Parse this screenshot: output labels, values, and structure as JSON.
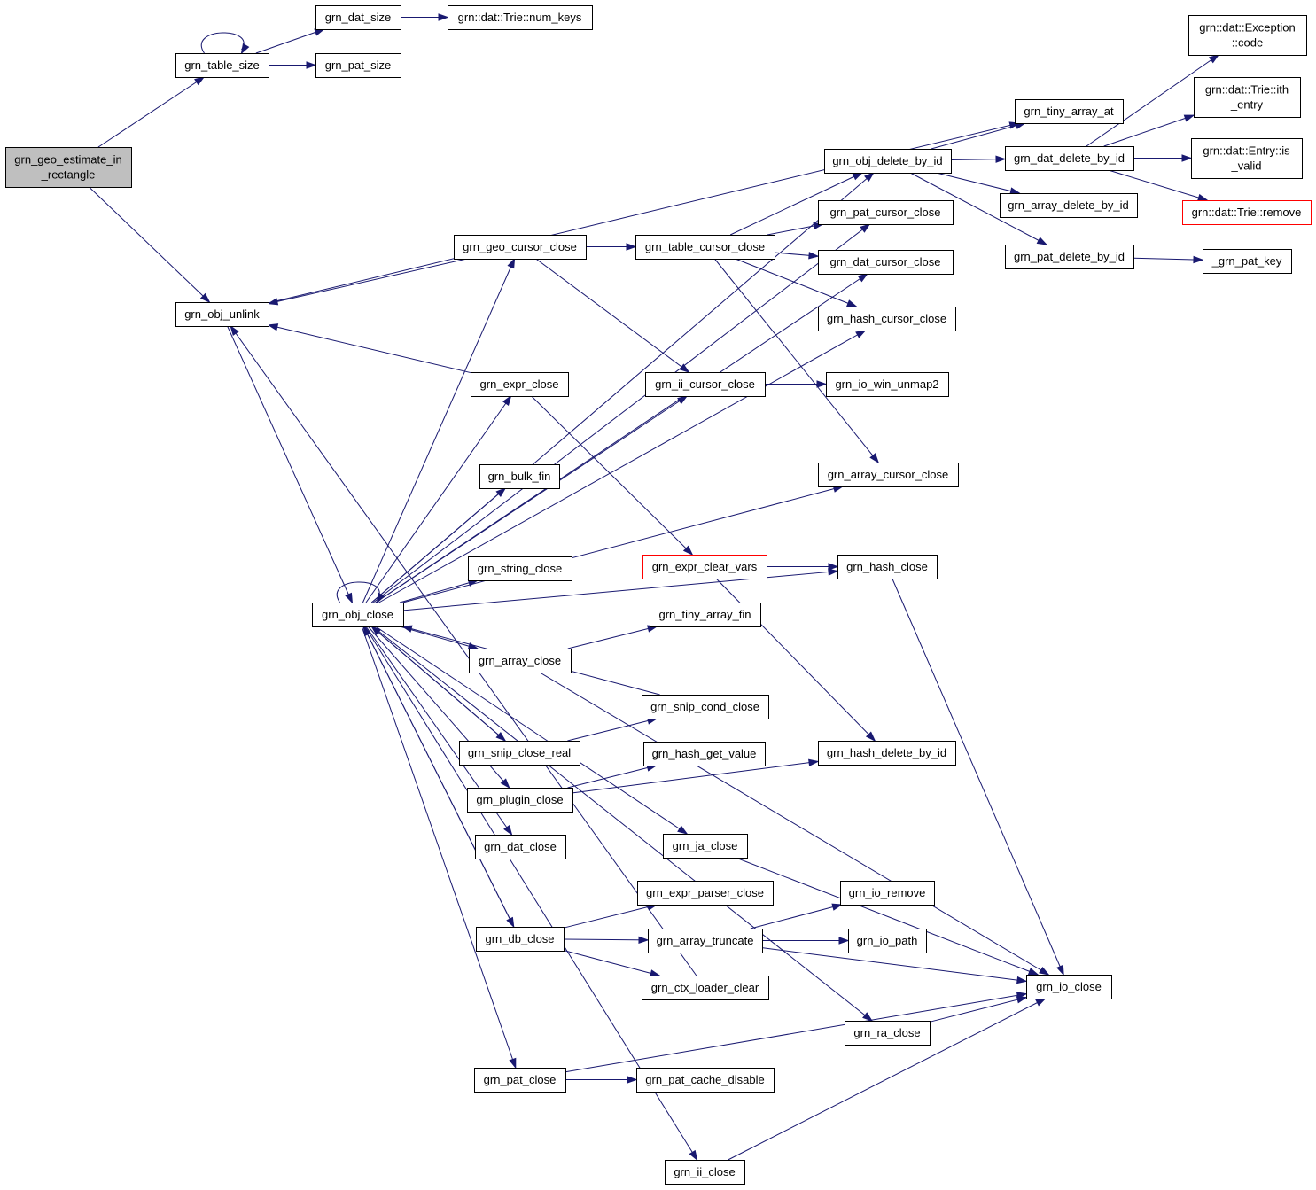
{
  "nodes": [
    {
      "id": "grn_geo_estimate_in_rectangle",
      "lines": [
        "grn_geo_estimate_in",
        "_rectangle"
      ],
      "root": true
    },
    {
      "id": "grn_table_size",
      "lines": [
        "grn_table_size"
      ]
    },
    {
      "id": "grn_dat_size",
      "lines": [
        "grn_dat_size"
      ]
    },
    {
      "id": "trie_num_keys",
      "lines": [
        "grn::dat::Trie::num_keys"
      ]
    },
    {
      "id": "grn_pat_size",
      "lines": [
        "grn_pat_size"
      ]
    },
    {
      "id": "grn_obj_unlink",
      "lines": [
        "grn_obj_unlink"
      ]
    },
    {
      "id": "grn_tiny_array_at",
      "lines": [
        "grn_tiny_array_at"
      ]
    },
    {
      "id": "grn_obj_delete_by_id",
      "lines": [
        "grn_obj_delete_by_id"
      ]
    },
    {
      "id": "grn_dat_delete_by_id",
      "lines": [
        "grn_dat_delete_by_id"
      ]
    },
    {
      "id": "exception_code",
      "lines": [
        "grn::dat::Exception",
        "::code"
      ]
    },
    {
      "id": "trie_ith_entry",
      "lines": [
        "grn::dat::Trie::ith",
        "_entry"
      ]
    },
    {
      "id": "entry_is_valid",
      "lines": [
        "grn::dat::Entry::is",
        "_valid"
      ]
    },
    {
      "id": "trie_remove",
      "lines": [
        "grn::dat::Trie::remove"
      ],
      "red": true
    },
    {
      "id": "grn_array_delete_by_id",
      "lines": [
        "grn_array_delete_by_id"
      ]
    },
    {
      "id": "grn_pat_delete_by_id",
      "lines": [
        "grn_pat_delete_by_id"
      ]
    },
    {
      "id": "grn_pat_key",
      "lines": [
        "_grn_pat_key"
      ]
    },
    {
      "id": "grn_pat_cursor_close",
      "lines": [
        "grn_pat_cursor_close"
      ]
    },
    {
      "id": "grn_geo_cursor_close",
      "lines": [
        "grn_geo_cursor_close"
      ]
    },
    {
      "id": "grn_table_cursor_close",
      "lines": [
        "grn_table_cursor_close"
      ]
    },
    {
      "id": "grn_dat_cursor_close",
      "lines": [
        "grn_dat_cursor_close"
      ]
    },
    {
      "id": "grn_hash_cursor_close",
      "lines": [
        "grn_hash_cursor_close"
      ]
    },
    {
      "id": "grn_expr_close",
      "lines": [
        "grn_expr_close"
      ]
    },
    {
      "id": "grn_ii_cursor_close",
      "lines": [
        "grn_ii_cursor_close"
      ]
    },
    {
      "id": "grn_io_win_unmap2",
      "lines": [
        "grn_io_win_unmap2"
      ]
    },
    {
      "id": "grn_bulk_fin",
      "lines": [
        "grn_bulk_fin"
      ]
    },
    {
      "id": "grn_array_cursor_close",
      "lines": [
        "grn_array_cursor_close"
      ]
    },
    {
      "id": "grn_string_close",
      "lines": [
        "grn_string_close"
      ]
    },
    {
      "id": "grn_expr_clear_vars",
      "lines": [
        "grn_expr_clear_vars"
      ],
      "red": true
    },
    {
      "id": "grn_hash_close",
      "lines": [
        "grn_hash_close"
      ]
    },
    {
      "id": "grn_obj_close",
      "lines": [
        "grn_obj_close"
      ]
    },
    {
      "id": "grn_tiny_array_fin",
      "lines": [
        "grn_tiny_array_fin"
      ]
    },
    {
      "id": "grn_array_close",
      "lines": [
        "grn_array_close"
      ]
    },
    {
      "id": "grn_snip_cond_close",
      "lines": [
        "grn_snip_cond_close"
      ]
    },
    {
      "id": "grn_snip_close_real",
      "lines": [
        "grn_snip_close_real"
      ]
    },
    {
      "id": "grn_hash_get_value",
      "lines": [
        "grn_hash_get_value"
      ]
    },
    {
      "id": "grn_hash_delete_by_id",
      "lines": [
        "grn_hash_delete_by_id"
      ]
    },
    {
      "id": "grn_plugin_close",
      "lines": [
        "grn_plugin_close"
      ]
    },
    {
      "id": "grn_dat_close",
      "lines": [
        "grn_dat_close"
      ]
    },
    {
      "id": "grn_ja_close",
      "lines": [
        "grn_ja_close"
      ]
    },
    {
      "id": "grn_expr_parser_close",
      "lines": [
        "grn_expr_parser_close"
      ]
    },
    {
      "id": "grn_io_remove",
      "lines": [
        "grn_io_remove"
      ]
    },
    {
      "id": "grn_db_close",
      "lines": [
        "grn_db_close"
      ]
    },
    {
      "id": "grn_array_truncate",
      "lines": [
        "grn_array_truncate"
      ]
    },
    {
      "id": "grn_io_path",
      "lines": [
        "grn_io_path"
      ]
    },
    {
      "id": "grn_ctx_loader_clear",
      "lines": [
        "grn_ctx_loader_clear"
      ]
    },
    {
      "id": "grn_io_close",
      "lines": [
        "grn_io_close"
      ]
    },
    {
      "id": "grn_ra_close",
      "lines": [
        "grn_ra_close"
      ]
    },
    {
      "id": "grn_pat_close",
      "lines": [
        "grn_pat_close"
      ]
    },
    {
      "id": "grn_pat_cache_disable",
      "lines": [
        "grn_pat_cache_disable"
      ]
    },
    {
      "id": "grn_ii_close",
      "lines": [
        "grn_ii_close"
      ]
    }
  ],
  "edges": [
    [
      "grn_geo_estimate_in_rectangle",
      "grn_table_size"
    ],
    [
      "grn_geo_estimate_in_rectangle",
      "grn_obj_unlink"
    ],
    [
      "grn_table_size",
      "grn_table_size"
    ],
    [
      "grn_table_size",
      "grn_dat_size"
    ],
    [
      "grn_table_size",
      "grn_pat_size"
    ],
    [
      "grn_dat_size",
      "trie_num_keys"
    ],
    [
      "grn_obj_unlink",
      "grn_tiny_array_at"
    ],
    [
      "grn_obj_unlink",
      "grn_obj_close"
    ],
    [
      "grn_obj_delete_by_id",
      "grn_tiny_array_at"
    ],
    [
      "grn_obj_delete_by_id",
      "grn_dat_delete_by_id"
    ],
    [
      "grn_obj_delete_by_id",
      "grn_array_delete_by_id"
    ],
    [
      "grn_obj_delete_by_id",
      "grn_pat_delete_by_id"
    ],
    [
      "grn_dat_delete_by_id",
      "exception_code"
    ],
    [
      "grn_dat_delete_by_id",
      "trie_ith_entry"
    ],
    [
      "grn_dat_delete_by_id",
      "entry_is_valid"
    ],
    [
      "grn_dat_delete_by_id",
      "trie_remove"
    ],
    [
      "grn_pat_delete_by_id",
      "grn_pat_key"
    ],
    [
      "grn_geo_cursor_close",
      "grn_obj_unlink"
    ],
    [
      "grn_geo_cursor_close",
      "grn_table_cursor_close"
    ],
    [
      "grn_geo_cursor_close",
      "grn_ii_cursor_close"
    ],
    [
      "grn_table_cursor_close",
      "grn_obj_delete_by_id"
    ],
    [
      "grn_table_cursor_close",
      "grn_pat_cursor_close"
    ],
    [
      "grn_table_cursor_close",
      "grn_dat_cursor_close"
    ],
    [
      "grn_table_cursor_close",
      "grn_hash_cursor_close"
    ],
    [
      "grn_table_cursor_close",
      "grn_array_cursor_close"
    ],
    [
      "grn_expr_close",
      "grn_obj_unlink"
    ],
    [
      "grn_expr_close",
      "grn_expr_clear_vars"
    ],
    [
      "grn_ii_cursor_close",
      "grn_io_win_unmap2"
    ],
    [
      "grn_expr_clear_vars",
      "grn_hash_close"
    ],
    [
      "grn_expr_clear_vars",
      "grn_hash_delete_by_id"
    ],
    [
      "grn_hash_close",
      "grn_io_close"
    ],
    [
      "grn_obj_close",
      "grn_obj_close"
    ],
    [
      "grn_obj_close",
      "grn_obj_delete_by_id"
    ],
    [
      "grn_obj_close",
      "grn_pat_cursor_close"
    ],
    [
      "grn_obj_close",
      "grn_geo_cursor_close"
    ],
    [
      "grn_obj_close",
      "grn_dat_cursor_close"
    ],
    [
      "grn_obj_close",
      "grn_hash_cursor_close"
    ],
    [
      "grn_obj_close",
      "grn_expr_close"
    ],
    [
      "grn_obj_close",
      "grn_ii_cursor_close"
    ],
    [
      "grn_obj_close",
      "grn_hash_close"
    ],
    [
      "grn_obj_close",
      "grn_bulk_fin"
    ],
    [
      "grn_obj_close",
      "grn_array_cursor_close"
    ],
    [
      "grn_obj_close",
      "grn_string_close"
    ],
    [
      "grn_obj_close",
      "grn_array_close"
    ],
    [
      "grn_obj_close",
      "grn_snip_close_real"
    ],
    [
      "grn_obj_close",
      "grn_plugin_close"
    ],
    [
      "grn_obj_close",
      "grn_dat_close"
    ],
    [
      "grn_obj_close",
      "grn_ja_close"
    ],
    [
      "grn_obj_close",
      "grn_db_close"
    ],
    [
      "grn_obj_close",
      "grn_ra_close"
    ],
    [
      "grn_obj_close",
      "grn_pat_close"
    ],
    [
      "grn_obj_close",
      "grn_ii_close"
    ],
    [
      "grn_array_close",
      "grn_tiny_array_fin"
    ],
    [
      "grn_array_close",
      "grn_io_close"
    ],
    [
      "grn_snip_cond_close",
      "grn_obj_close"
    ],
    [
      "grn_snip_close_real",
      "grn_obj_close"
    ],
    [
      "grn_snip_close_real",
      "grn_snip_cond_close"
    ],
    [
      "grn_plugin_close",
      "grn_hash_get_value"
    ],
    [
      "grn_plugin_close",
      "grn_hash_delete_by_id"
    ],
    [
      "grn_ja_close",
      "grn_io_close"
    ],
    [
      "grn_db_close",
      "grn_obj_close"
    ],
    [
      "grn_db_close",
      "grn_expr_parser_close"
    ],
    [
      "grn_db_close",
      "grn_array_truncate"
    ],
    [
      "grn_db_close",
      "grn_ctx_loader_clear"
    ],
    [
      "grn_array_truncate",
      "grn_io_remove"
    ],
    [
      "grn_array_truncate",
      "grn_io_path"
    ],
    [
      "grn_array_truncate",
      "grn_io_close"
    ],
    [
      "grn_ctx_loader_clear",
      "grn_obj_unlink"
    ],
    [
      "grn_ra_close",
      "grn_io_close"
    ],
    [
      "grn_pat_close",
      "grn_pat_cache_disable"
    ],
    [
      "grn_pat_close",
      "grn_io_close"
    ],
    [
      "grn_ii_close",
      "grn_io_close"
    ]
  ],
  "colors": {
    "edge": "#191970",
    "node_border": "#000000",
    "root_fill": "#bfbfbf",
    "error_border": "#ff0000"
  }
}
